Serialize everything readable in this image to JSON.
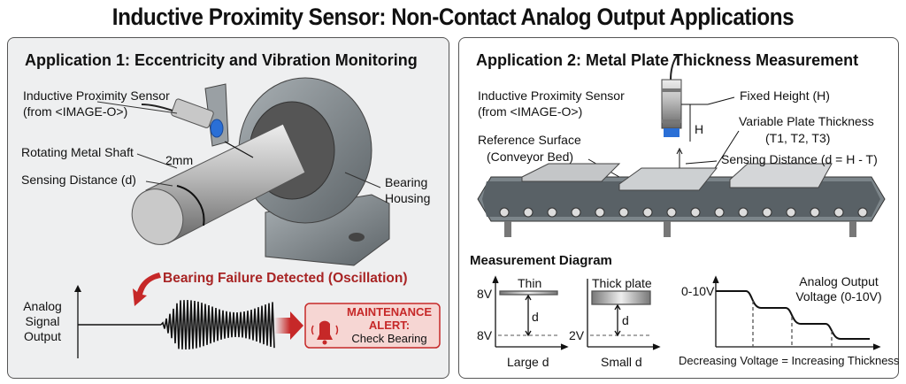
{
  "title": "Inductive Proximity Sensor: Non-Contact Analog Output Applications",
  "app1": {
    "heading": "Application 1: Eccentricity and Vibration Monitoring",
    "sensor_label": "Inductive Proximity Sensor",
    "sensor_source": "(from <IMAGE-O>)",
    "shaft_label": "Rotating Metal Shaft",
    "gap_label": "2mm",
    "distance_label": "Sensing Distance (d)",
    "housing_label_1": "Bearing",
    "housing_label_2": "Housing",
    "failure_label": "Bearing Failure Detected (Oscillation)",
    "signal_label": [
      "Analog",
      "Signal",
      "Output"
    ],
    "alert": {
      "line1": "MAINTENANCE",
      "line2": "ALERT:",
      "line3": "Check Bearing",
      "icon": "bell-icon"
    }
  },
  "app2": {
    "heading": "Application 2: Metal Plate Thickness Measurement",
    "sensor_label": "Inductive Proximity Sensor",
    "sensor_source": "(from <IMAGE-O>)",
    "height_label": "Fixed Height (H)",
    "h": "H",
    "thickness_label": "Variable Plate Thickness",
    "thickness_sub": "(T1, T2, T3)",
    "reference_label": "Reference Surface",
    "reference_sub": "(Conveyor Bed)",
    "distance_label": "Sensing Distance (d = H - T)",
    "diagram": {
      "heading": "Measurement Diagram",
      "thin": {
        "label": "Thin",
        "top_v": "8V",
        "bottom_v": "8V",
        "d": "d",
        "caption": "Large d"
      },
      "thick": {
        "label": "Thick plate",
        "bottom_v": "2V",
        "d": "d",
        "caption": "Small d"
      },
      "output": {
        "y_label": "0-10V",
        "title_1": "Analog Output",
        "title_2": "Voltage (0-10V)",
        "caption": "Decreasing Voltage = Increasing Thickness"
      }
    }
  },
  "colors": {
    "alert_red": "#c62828",
    "panel_bg": "#eeeff0",
    "sensor_blue": "#2a6fd6"
  }
}
